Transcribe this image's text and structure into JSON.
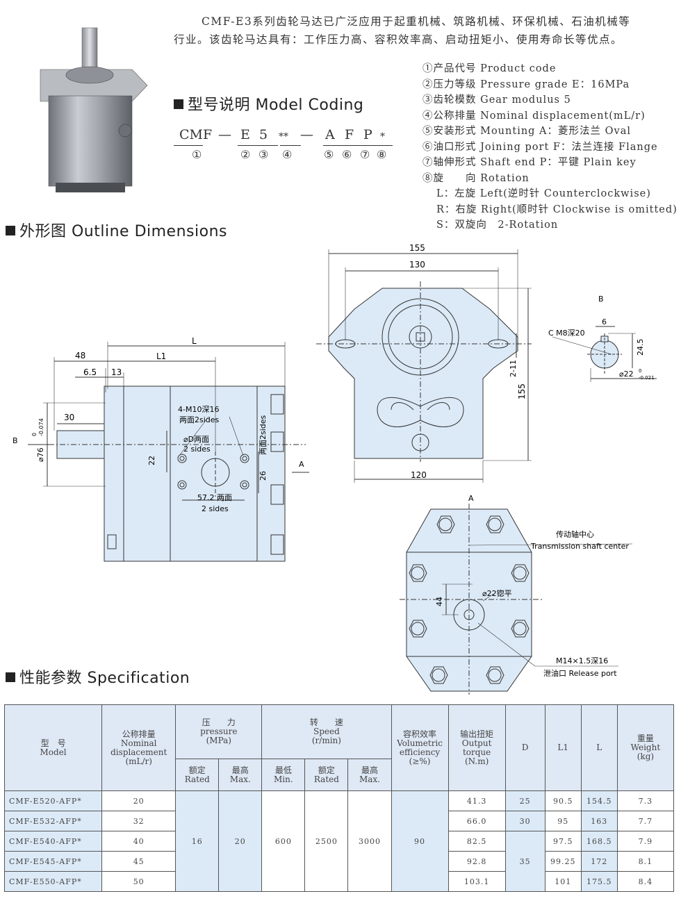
{
  "intro": {
    "line1": "CMF-E3系列齿轮马达已广泛应用于起重机械、筑路机械、环保机械、石油机械等",
    "line2": "行业。该齿轮马达具有：工作压力高、容积效率高、启动扭矩小、使用寿命长等优点。"
  },
  "model_coding": {
    "heading": "型号说明 Model Coding",
    "code": [
      "CMF",
      "—",
      "E",
      "5",
      "**",
      "—",
      "A",
      "F",
      "P",
      "*"
    ],
    "numbers": [
      "①",
      "②",
      "③",
      "④",
      "⑤",
      "⑥",
      "⑦",
      "⑧"
    ],
    "legend": [
      "①产品代号 Product code",
      "②压力等级 Pressure grade E：16MPa",
      "③齿轮模数 Gear modulus 5",
      "④公称排量 Nominal displacement(mL/r)",
      "⑤安装形式 Mounting A：菱形法兰 Oval",
      "⑥油口形式 Joining port F：法兰连接 Flange",
      "⑦轴伸形式 Shaft end P：平键 Plain key",
      "⑧旋　　向 Rotation"
    ],
    "rotation": [
      "L：左旋 Left(逆时针 Counterclockwise)",
      "R：右旋 Right(顺时针 Clockwise is omitted)",
      "S：双旋向　2-Rotation"
    ]
  },
  "outline": {
    "heading": "外形图 Outline Dimensions",
    "side": {
      "L": "L",
      "d48": "48",
      "L1": "L1",
      "d6_5": "6.5",
      "d13": "13",
      "d30": "30",
      "B": "B",
      "dia76": "⌀76",
      "dia76_tol_top": "0",
      "dia76_tol_bot": "-0.074",
      "holes": "4-M10深16",
      "holes2": "两面2sides",
      "dD": "⌀D两面",
      "dD2": "2 sides",
      "d22": "22",
      "d26": "26",
      "d57": "57.2 两面",
      "d57b": "2 sides",
      "A": "A",
      "two_faces": "两面2sides"
    },
    "front": {
      "d155w": "155",
      "d130": "130",
      "d155h": "155",
      "d2_11": "2-11",
      "d120": "120"
    },
    "shaft": {
      "B": "B",
      "d6": "6",
      "m8": "C M8深20",
      "d24_5": "24.5",
      "dia22": "⌀22",
      "tol_top": "0",
      "tol_bot": "-0.021"
    },
    "rear": {
      "A": "A",
      "center_cn": "传动轴中心",
      "center_en": "Transmission shaft center",
      "d44": "44",
      "dia22": "⌀22锪平",
      "port": "M14×1.5深16",
      "port2": "泄油口  Release port"
    }
  },
  "specification": {
    "heading": "性能参数 Specification",
    "headers": {
      "model_cn": "型　号",
      "model_en": "Model",
      "disp_cn": "公称排量",
      "disp_en1": "Nominal",
      "disp_en2": "displacement",
      "disp_unit": "(mL/r)",
      "press_cn": "压　　力",
      "press_en": "pressure",
      "press_unit": "(MPa)",
      "speed_cn": "转　　速",
      "speed_en": "Speed",
      "speed_unit": "(r/min)",
      "eff_cn": "容积效率",
      "eff_en1": "Volumetric",
      "eff_en2": "efficiency",
      "eff_unit": "(≥%)",
      "torque_cn": "输出扭矩",
      "torque_en1": "Output",
      "torque_en2": "torque",
      "torque_unit": "(N.m)",
      "D": "D",
      "L1": "L1",
      "L": "L",
      "weight_cn": "重量",
      "weight_en": "Weight",
      "weight_unit": "(kg)",
      "rated_cn": "额定",
      "rated_en": "Rated",
      "max_cn": "最高",
      "max_en": "Max.",
      "min_cn": "最低",
      "min_en": "Min."
    },
    "shared": {
      "p_rated": "16",
      "p_max": "20",
      "s_min": "600",
      "s_rated": "2500",
      "s_max": "3000",
      "eff": "90"
    },
    "rows": [
      {
        "model": "CMF-E520-AFP*",
        "disp": "20",
        "torque": "41.3",
        "D": "25",
        "L1": "90.5",
        "L": "154.5",
        "w": "7.3"
      },
      {
        "model": "CMF-E532-AFP*",
        "disp": "32",
        "torque": "66.0",
        "D": "30",
        "L1": "95",
        "L": "163",
        "w": "7.7"
      },
      {
        "model": "CMF-E540-AFP*",
        "disp": "40",
        "torque": "82.5",
        "D": "35",
        "L1": "97.5",
        "L": "168.5",
        "w": "7.9"
      },
      {
        "model": "CMF-E545-AFP*",
        "disp": "45",
        "torque": "92.8",
        "L1": "99.25",
        "L": "172",
        "w": "8.1"
      },
      {
        "model": "CMF-E550-AFP*",
        "disp": "50",
        "torque": "103.1",
        "L1": "101",
        "L": "175.5",
        "w": "8.4"
      }
    ]
  }
}
